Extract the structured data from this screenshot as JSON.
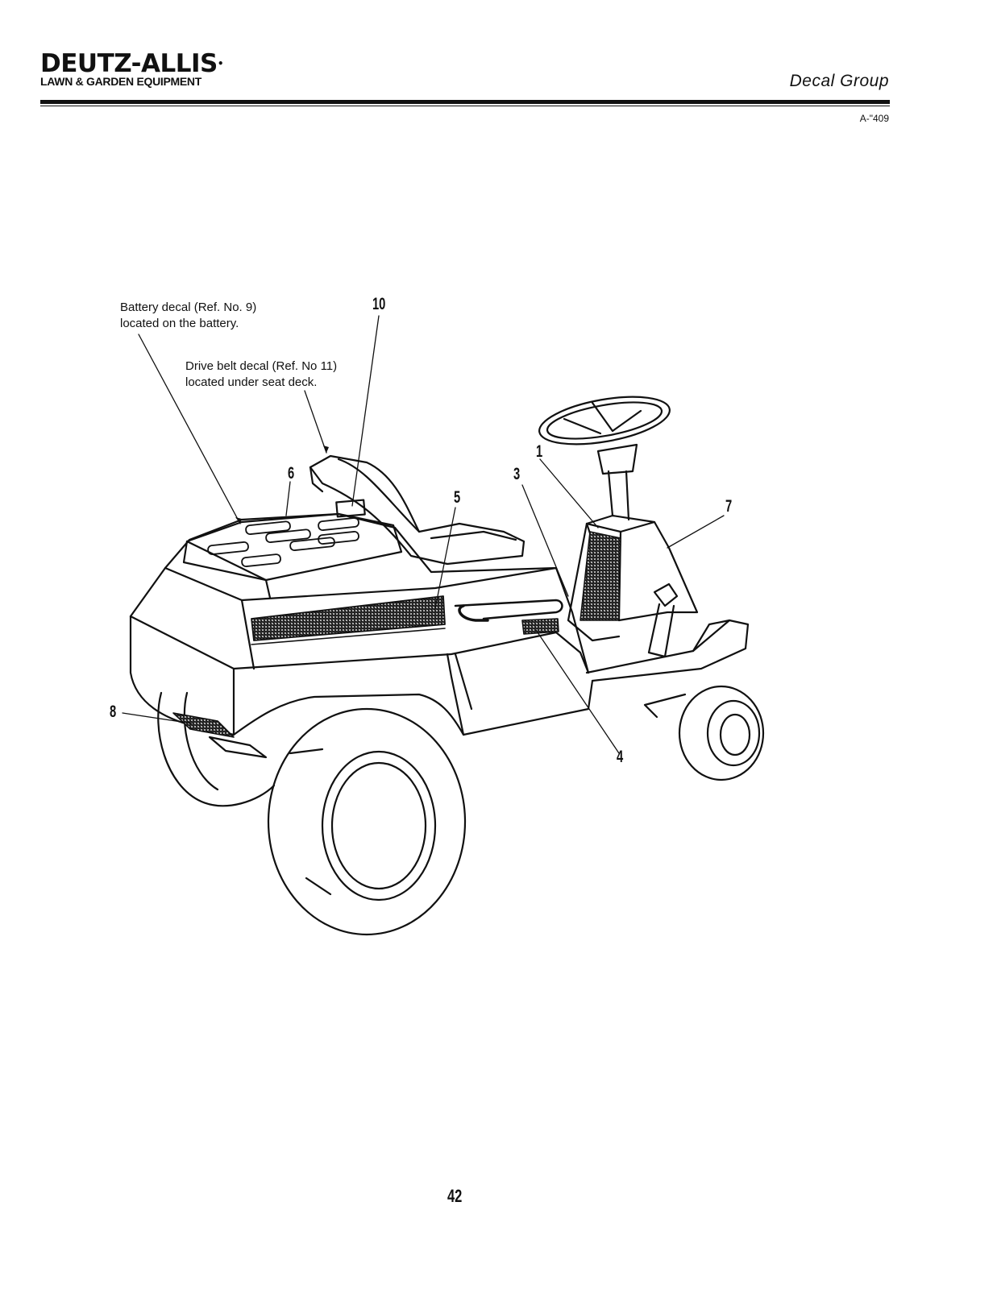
{
  "header": {
    "brand": "DEUTZ-ALLIS",
    "brand_mark": "•",
    "sub_brand": "LAWN & GARDEN EQUIPMENT",
    "section_title": "Decal Group",
    "doc_code": "A-\"409"
  },
  "notes": {
    "battery_line1": "Battery decal (Ref. No. 9)",
    "battery_line2": "located on the battery.",
    "belt_line1": "Drive belt decal (Ref. No 11)",
    "belt_line2": "located under seat deck."
  },
  "callouts": {
    "c1": "1",
    "c3": "3",
    "c4": "4",
    "c5": "5",
    "c6": "6",
    "c7": "7",
    "c8": "8",
    "c10": "10"
  },
  "footer": {
    "page_number": "42"
  }
}
